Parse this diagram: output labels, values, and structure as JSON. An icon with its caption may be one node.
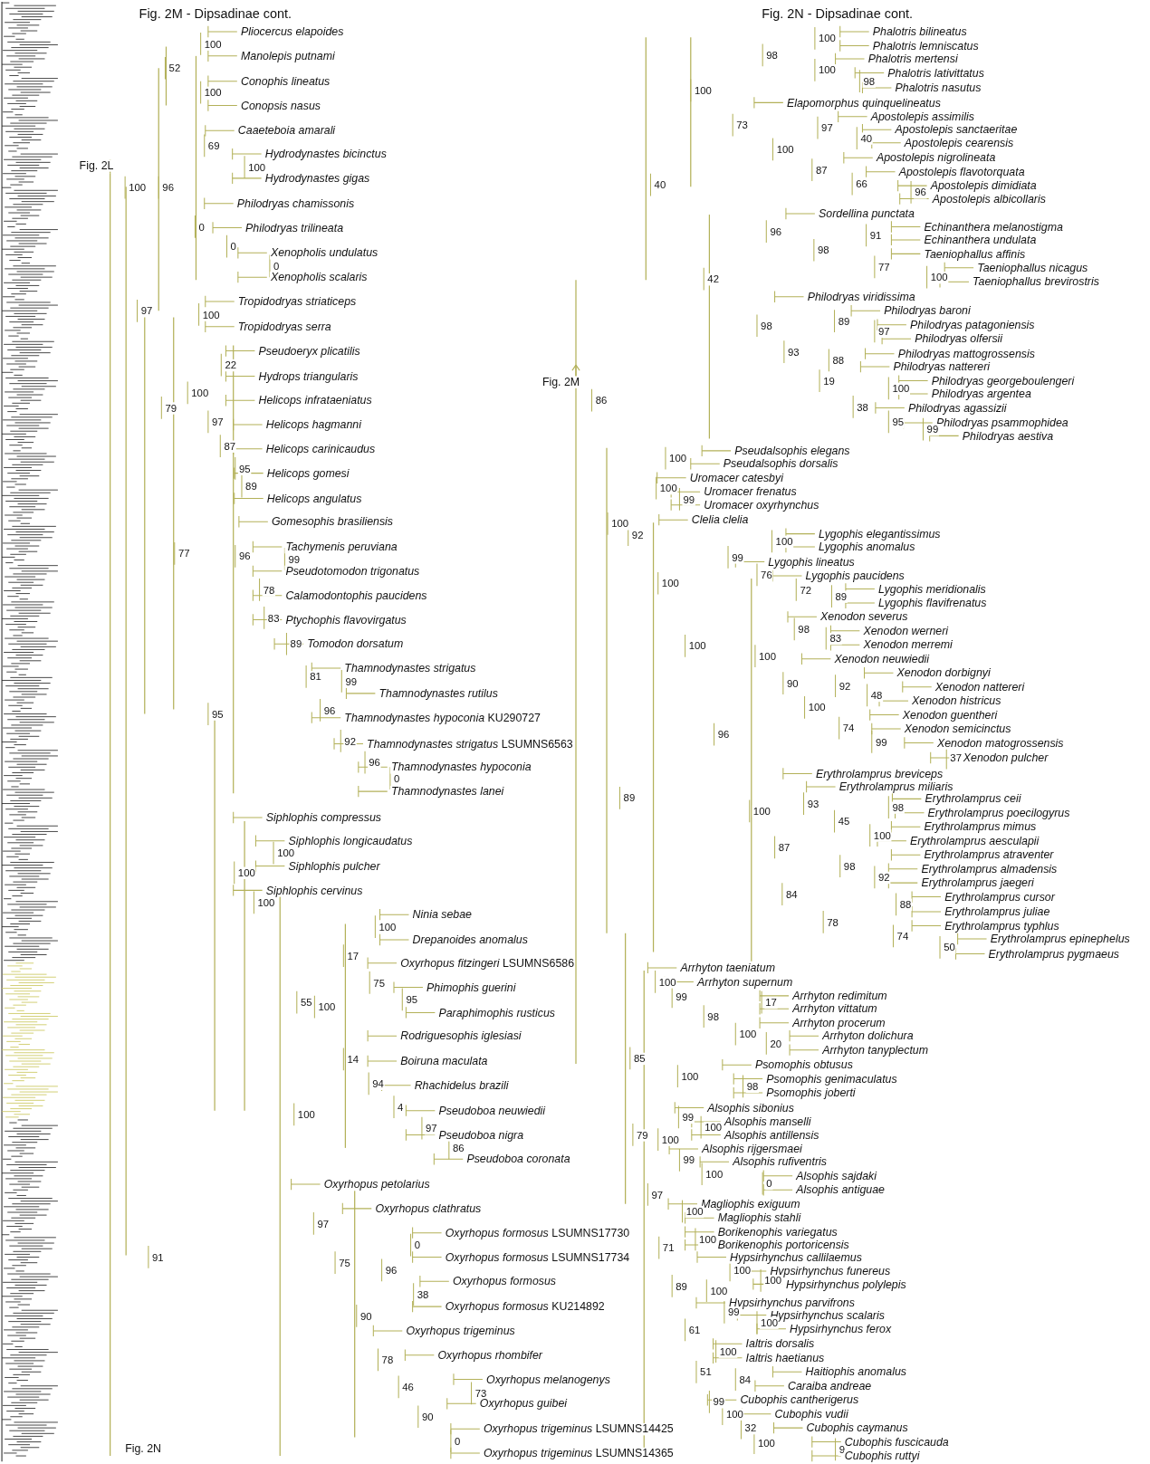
{
  "diagram": {
    "labels": [
      "Fig. 2M - Dipsadinae cont.",
      "Fig. 2L",
      "Pliocercus elapoides",
      "100",
      "Manolepis putnami",
      "52",
      "Conophis lineatus",
      "100",
      "Conopsis nasus",
      "Caaeteboia amarali",
      "69",
      "Hydrodynastes bicinctus",
      "100",
      "Hydrodynastes gigas",
      "100",
      "96",
      "Philodryas chamissonis",
      "0",
      "Philodryas trilineata",
      "0",
      "Xenopholis undulatus",
      "0",
      "Xenopholis scalaris",
      "Tropidodryas striaticeps",
      "97",
      "100",
      "Tropidodryas serra",
      "Pseudoeryx plicatilis",
      "22",
      "Hydrops triangularis",
      "100",
      "Helicops infrataeniatus",
      "79",
      "97",
      "Helicops hagmanni",
      "87",
      "Helicops carinicaudus",
      "95",
      "Helicops gomesi",
      "89",
      "Helicops angulatus",
      "Gomesophis brasiliensis",
      "Tachymenis peruviana",
      "77",
      "96",
      "99",
      "Pseudotomodon trigonatus",
      "78",
      "Calamodontophis paucidens",
      "83",
      "Ptychophis flavovirgatus",
      "89",
      "Tomodon dorsatum",
      "Thamnodynastes strigatus",
      "81",
      "99",
      "Thamnodynastes rutilus",
      "96",
      "95",
      "*Thamnodynastes hypoconia* KU290727",
      "92",
      "*Thamnodynastes strigatus* LSUMNS6563",
      "96",
      "Thamnodynastes hypoconia",
      "0",
      "Thamnodynastes lanei",
      "Siphlophis compressus",
      "Siphlophis longicaudatus",
      "100",
      "Siphlophis pulcher",
      "100",
      "Siphlophis cervinus",
      "100",
      "Ninia sebae",
      "100",
      "Drepanoides anomalus",
      "17",
      "*Oxyrhopus fitzingeri* LSUMNS6586",
      "75",
      "Phimophis guerini",
      "95",
      "55",
      "100",
      "Paraphimophis rusticus",
      "Rodriguesophis iglesiasi",
      "14",
      "Boiruna maculata",
      "94",
      "Rhachidelus brazili",
      "4",
      "Pseudoboa neuwiedii",
      "100",
      "97",
      "Pseudoboa nigra",
      "86",
      "Pseudoboa coronata",
      "Oxyrhopus petolarius",
      "Oxyrhopus clathratus",
      "97",
      "*Oxyrhopus formosus* LSUMNS17730",
      "0",
      "91",
      "*Oxyrhopus formosus* LSUMNS17734",
      "75",
      "96",
      "Oxyrhopus formosus",
      "38",
      "*Oxyrhopus formosus* KU214892",
      "90",
      "Oxyrhopus trigeminus",
      "Oxyrhopus rhombifer",
      "78",
      "Oxyrhopus melanogenys",
      "46",
      "73",
      "Oxyrhopus guibei",
      "90",
      "*Oxyrhopus trigeminus* LSUMNS14425",
      "0",
      "Fig. 2N",
      "*Oxyrhopus trigeminus* LSUMNS14365",
      "Fig. 2N - Dipsadinae cont.",
      "Phalotris bilineatus",
      "100",
      "Phalotris lemniscatus",
      "98",
      "Phalotris mertensi",
      "100",
      "Phalotris lativittatus",
      "98",
      "Phalotris nasutus",
      "100",
      "Elapomorphus quinquelineatus",
      "Apostolepis assimilis",
      "73",
      "97",
      "Apostolepis sanctaeritae",
      "40",
      "Apostolepis cearensis",
      "100",
      "Apostolepis nigrolineata",
      "87",
      "Apostolepis flavotorquata",
      "66",
      "40",
      "Apostolepis dimidiata",
      "96",
      "Apostolepis albicollaris",
      "Sordellina punctata",
      "Echinanthera melanostigma",
      "96",
      "91",
      "Echinanthera undulata",
      "98",
      "Taeniophallus affinis",
      "77",
      "Taeniophallus nicagus",
      "100",
      "42",
      "Taeniophallus brevirostris",
      "Philodryas viridissima",
      "Philodryas baroni",
      "89",
      "Philodryas patagoniensis",
      "98",
      "97",
      "Philodryas olfersii",
      "93",
      "Philodryas mattogrossensis",
      "88",
      "Philodryas nattereri",
      "19",
      "Philodryas georgeboulengeri",
      "Fig. 2M",
      "100",
      "Philodryas argentea",
      "86",
      "38",
      "Philodryas agassizii",
      "95",
      "Philodryas psammophidea",
      "99",
      "Philodryas aestiva",
      "Pseudalsophis elegans",
      "100",
      "Pseudalsophis dorsalis",
      "Uromacer catesbyi",
      "100",
      "Uromacer frenatus",
      "99",
      "Uromacer oxyrhynchus",
      "Clelia clelia",
      "100",
      "Lygophis elegantissimus",
      "92",
      "100",
      "Lygophis anomalus",
      "99",
      "Lygophis lineatus",
      "76",
      "Lygophis paucidens",
      "100",
      "72",
      "Lygophis meridionalis",
      "89",
      "Lygophis flavifrenatus",
      "Xenodon severus",
      "98",
      "Xenodon werneri",
      "83",
      "Xenodon merremi",
      "100",
      "100",
      "Xenodon neuwiedii",
      "Xenodon dorbignyi",
      "90",
      "92",
      "Xenodon nattereri",
      "48",
      "Xenodon histricus",
      "100",
      "Xenodon guentheri",
      "74",
      "Xenodon semicinctus",
      "96",
      "99",
      "Xenodon matogrossensis",
      "37",
      "Xenodon pulcher",
      "Erythrolamprus breviceps",
      "Erythrolamprus miliaris",
      "89",
      "Erythrolamprus ceii",
      "93",
      "98",
      "100",
      "Erythrolamprus poecilogyrus",
      "45",
      "Erythrolamprus mimus",
      "100",
      "Erythrolamprus aesculapii",
      "87",
      "Erythrolamprus atraventer",
      "98",
      "Erythrolamprus almadensis",
      "92",
      "Erythrolamprus jaegeri",
      "84",
      "Erythrolamprus cursor",
      "88",
      "Erythrolamprus juliae",
      "78",
      "Erythrolamprus typhlus",
      "74",
      "Erythrolamprus epinephelus",
      "50",
      "Erythrolamprus pygmaeus",
      "Arrhyton taeniatum",
      "100",
      "Arrhyton supernum",
      "Arrhyton redimitum",
      "99",
      "17",
      "Arrhyton vittatum",
      "98",
      "Arrhyton procerum",
      "100",
      "Arrhyton dolichura",
      "20",
      "Arrhyton tanyplectum",
      "85",
      "Psomophis obtusus",
      "100",
      "Psomophis genimaculatus",
      "98",
      "Psomophis joberti",
      "Alsophis sibonius",
      "99",
      "Alsophis manselli",
      "100",
      "Alsophis antillensis",
      "79",
      "100",
      "Alsophis rijgersmaei",
      "99",
      "Alsophis rufiventris",
      "100",
      "Alsophis sajdaki",
      "0",
      "Alsophis antiguae",
      "97",
      "Magliophis exiguum",
      "100",
      "Magliophis stahli",
      "Borikenophis variegatus",
      "100",
      "Borikenophis portoricensis",
      "71",
      "Hypsirhynchus callilaemus",
      "100",
      "Hypsirhynchus funereus",
      "100",
      "Hypsirhynchus polylepis",
      "89",
      "100",
      "Hypsirhynchus parvifrons",
      "99",
      "Hypsirhynchus scalaris",
      "100",
      "Hypsirhynchus ferox",
      "61",
      "Ialtris dorsalis",
      "100",
      "Ialtris haetianus",
      "51",
      "Haitiophis anomalus",
      "84",
      "Caraiba andreae",
      "99",
      "Cubophis cantherigerus",
      "100",
      "Cubophis vudii",
      "32",
      "Cubophis caymanus",
      "100",
      "Cubophis fuscicauda",
      "9",
      "Cubophis ruttyi"
    ]
  }
}
